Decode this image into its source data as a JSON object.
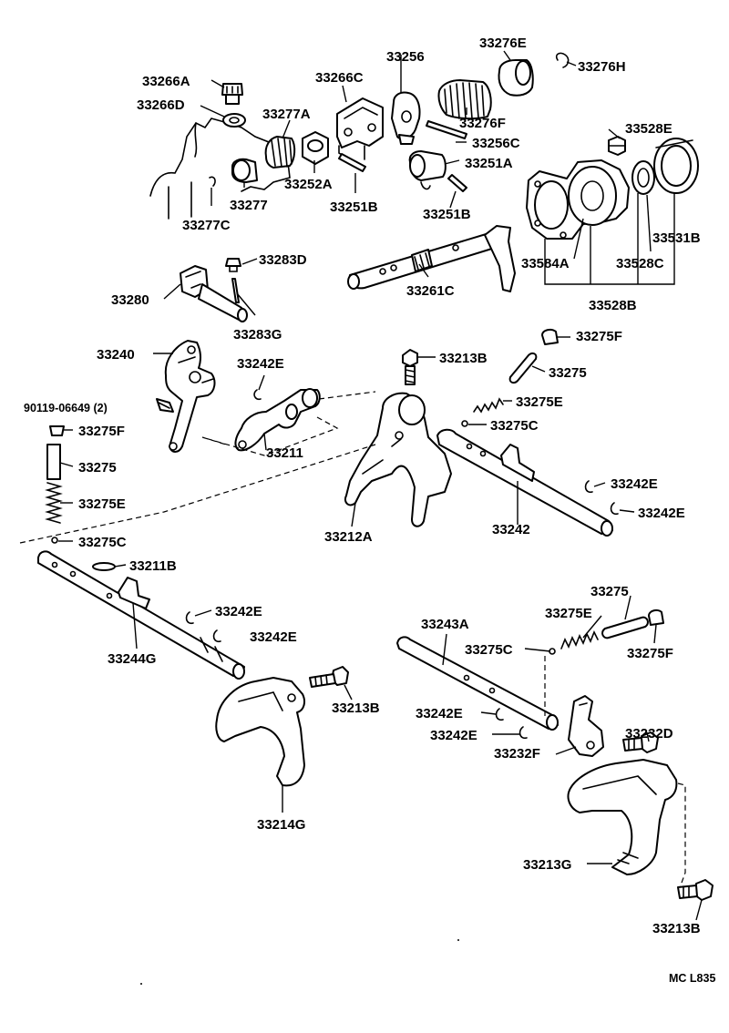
{
  "diagram": {
    "code": "MC L835",
    "labels": {
      "l_33266A": "33266A",
      "l_33266D": "33266D",
      "l_33277A": "33277A",
      "l_33277": "33277",
      "l_33277C": "33277C",
      "l_33252A": "33252A",
      "l_33266C": "33266C",
      "l_33256": "33256",
      "l_33276E": "33276E",
      "l_33276H": "33276H",
      "l_33276F": "33276F",
      "l_33256C": "33256C",
      "l_33251A": "33251A",
      "l_33251B_a": "33251B",
      "l_33251B_b": "33251B",
      "l_33528E": "33528E",
      "l_33531B": "33531B",
      "l_33584A": "33584A",
      "l_33528C": "33528C",
      "l_33528B": "33528B",
      "l_33261C": "33261C",
      "l_33283D": "33283D",
      "l_33280": "33280",
      "l_33283G": "33283G",
      "l_33240": "33240",
      "l_90119": "90119-06649 (2)",
      "l_33242E_1": "33242E",
      "l_33211": "33211",
      "l_33275F_1": "33275F",
      "l_33275_1": "33275",
      "l_33275E_1": "33275E",
      "l_33275C_1": "33275C",
      "l_33213B_1": "33213B",
      "l_33275F_2": "33275F",
      "l_33275_2": "33275",
      "l_33275E_2": "33275E",
      "l_33275C_2": "33275C",
      "l_33212A": "33212A",
      "l_33242": "33242",
      "l_33242E_2": "33242E",
      "l_33242E_3": "33242E",
      "l_33211B": "33211B",
      "l_33242E_4": "33242E",
      "l_33242E_5": "33242E",
      "l_33244G": "33244G",
      "l_33213B_2": "33213B",
      "l_33214G": "33214G",
      "l_33243A": "33243A",
      "l_33275": "33275",
      "l_33275E_3": "33275E",
      "l_33275C_3": "33275C",
      "l_33275F_3": "33275F",
      "l_33242E_6": "33242E",
      "l_33242E_7": "33242E",
      "l_33232D": "33232D",
      "l_33232F": "33232F",
      "l_33213G": "33213G",
      "l_33213B_3": "33213B"
    }
  }
}
